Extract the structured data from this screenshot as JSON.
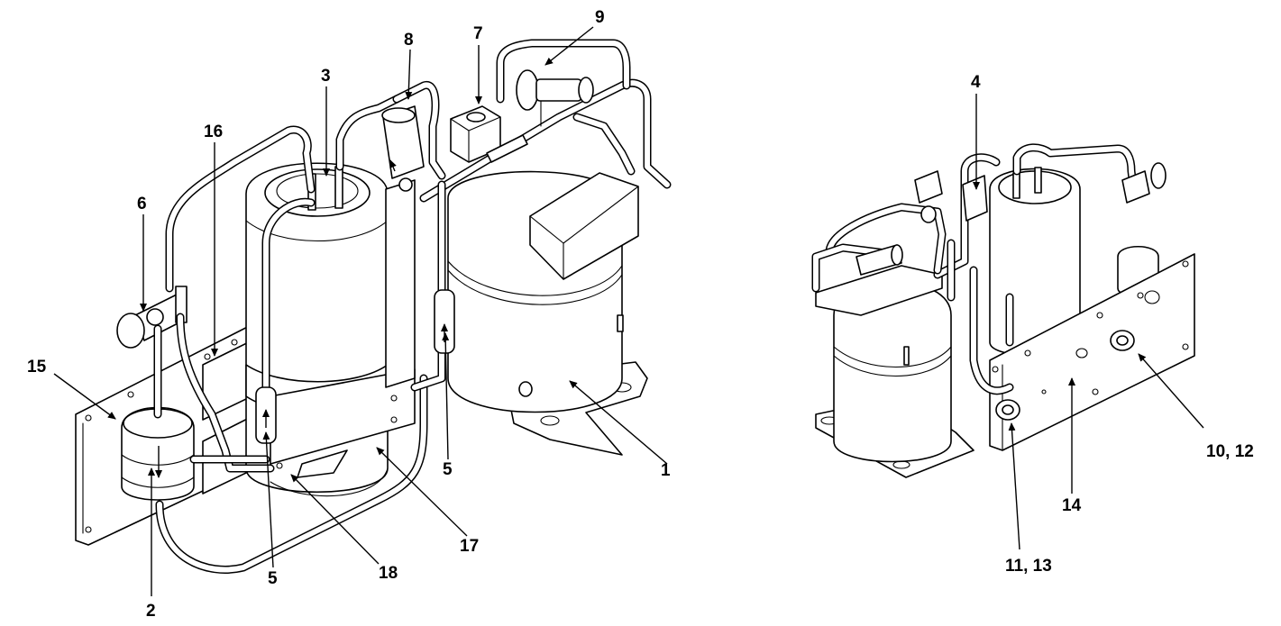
{
  "figure": {
    "left_view_callouts": [
      {
        "id": "c1",
        "text": "1"
      },
      {
        "id": "c2",
        "text": "2"
      },
      {
        "id": "c3",
        "text": "3"
      },
      {
        "id": "c5a",
        "text": "5"
      },
      {
        "id": "c5b",
        "text": "5"
      },
      {
        "id": "c6",
        "text": "6"
      },
      {
        "id": "c7",
        "text": "7"
      },
      {
        "id": "c8",
        "text": "8"
      },
      {
        "id": "c9",
        "text": "9"
      },
      {
        "id": "c15",
        "text": "15"
      },
      {
        "id": "c16",
        "text": "16"
      },
      {
        "id": "c17",
        "text": "17"
      },
      {
        "id": "c18",
        "text": "18"
      }
    ],
    "right_view_callouts": [
      {
        "id": "c4",
        "text": "4"
      },
      {
        "id": "c10_12",
        "text": "10, 12"
      },
      {
        "id": "c11_13",
        "text": "11, 13"
      },
      {
        "id": "c14",
        "text": "14"
      }
    ]
  },
  "colors": {
    "line": "#000000",
    "background": "#ffffff"
  }
}
